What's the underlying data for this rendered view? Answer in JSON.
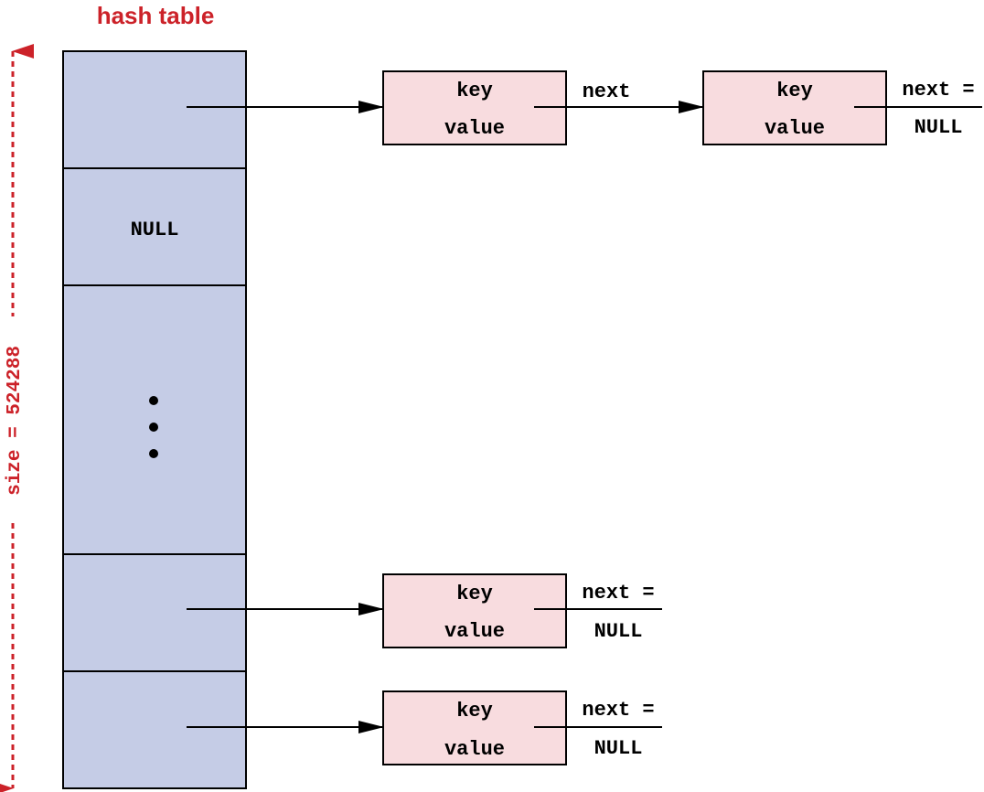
{
  "title": "hash table",
  "size_label": "size = 524288",
  "colors": {
    "accent": "#cc2229",
    "bucket_fill": "#c5cce6",
    "node_fill": "#f8dcdf",
    "stroke": "#000000"
  },
  "buckets": [
    {
      "content": "pointer"
    },
    {
      "content": "NULL",
      "label": "NULL"
    },
    {
      "content": "ellipsis",
      "dots": 3
    },
    {
      "content": "pointer"
    },
    {
      "content": "pointer"
    }
  ],
  "nodes": [
    {
      "key": "key",
      "value": "value",
      "next": "next"
    },
    {
      "key": "key",
      "value": "value",
      "next": "next =",
      "next_null": "NULL"
    },
    {
      "key": "key",
      "value": "value",
      "next": "next =",
      "next_null": "NULL"
    },
    {
      "key": "key",
      "value": "value",
      "next": "next =",
      "next_null": "NULL"
    }
  ]
}
